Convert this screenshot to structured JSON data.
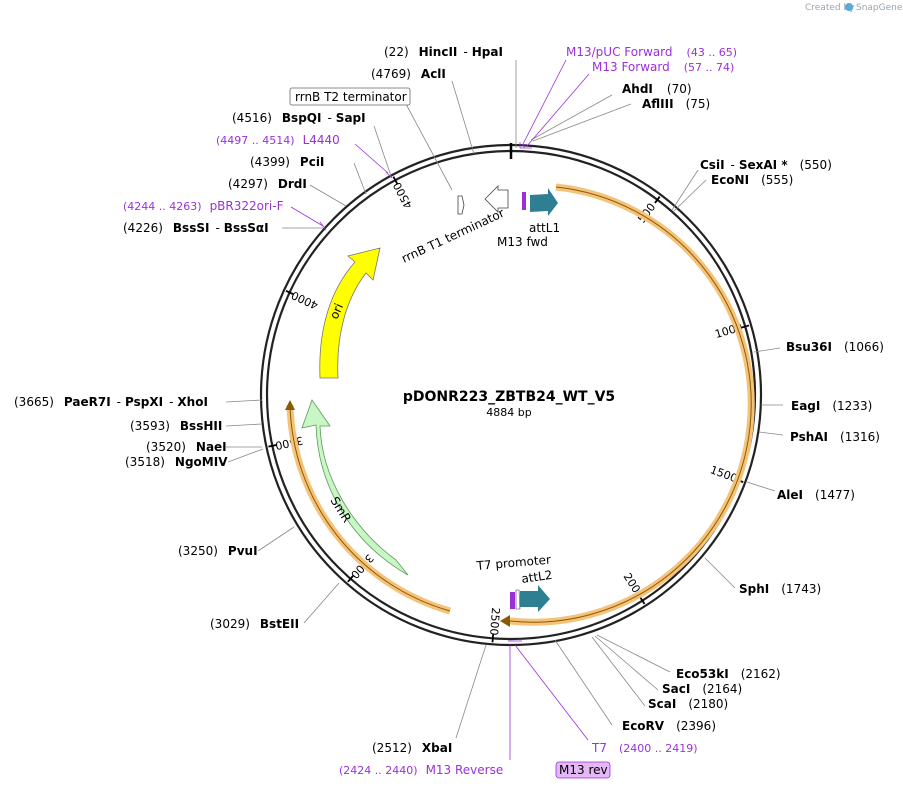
{
  "credit": {
    "created_by": "Created by",
    "brand": "SnapGene"
  },
  "plasmid": {
    "name": "pDONR223_ZBTB24_WT_V5",
    "size_label": "4884 bp",
    "length": 4884
  },
  "ticks": [
    "500",
    "1000",
    "1500",
    "2000",
    "2500",
    "3000",
    "3500",
    "4000",
    "4500"
  ],
  "colors": {
    "orange": "#f5a623",
    "yellow": "#ffff00",
    "green": "#c8f7c5",
    "teal": "#2f7f93",
    "purple": "#9b30d9",
    "ring": "#222222"
  },
  "features": {
    "ori": "ori",
    "smr": "SmR",
    "attl1": "attL1",
    "m13fwd": "M13 fwd",
    "rrnb_t1": "rrnB T1 terminator",
    "rrnb_t2": "rrnB T2 terminator",
    "t7_promoter": "T7 promoter",
    "attl2": "attL2",
    "m13rev": "M13 rev"
  },
  "sites": [
    {
      "id": "hincii",
      "pos": "(22)",
      "name": "HincII",
      "name2": "HpaI",
      "sep": "-"
    },
    {
      "id": "acli",
      "pos": "(4769)",
      "name": "AclI"
    },
    {
      "id": "bspqi",
      "pos": "(4516)",
      "name": "BspQI",
      "name2": "SapI",
      "sep": "-"
    },
    {
      "id": "pcii",
      "pos": "(4399)",
      "name": "PciI"
    },
    {
      "id": "drdi",
      "pos": "(4297)",
      "name": "DrdI"
    },
    {
      "id": "bsssi",
      "pos": "(4226)",
      "name": "BssSI",
      "name2": "BssSαI",
      "sep": "-"
    },
    {
      "id": "paer7i",
      "pos": "(3665)",
      "name": "PaeR7I",
      "name2": "PspXI",
      "name3": "XhoI",
      "sep": "-"
    },
    {
      "id": "bsshii",
      "pos": "(3593)",
      "name": "BssHII"
    },
    {
      "id": "naei",
      "pos": "(3520)",
      "name": "NaeI"
    },
    {
      "id": "ngomiv",
      "pos": "(3518)",
      "name": "NgoMIV"
    },
    {
      "id": "pvui",
      "pos": "(3250)",
      "name": "PvuI"
    },
    {
      "id": "bsteii",
      "pos": "(3029)",
      "name": "BstEII"
    },
    {
      "id": "xbai",
      "pos": "(2512)",
      "name": "XbaI"
    },
    {
      "id": "ahdi",
      "pos": "(70)",
      "name": "AhdI"
    },
    {
      "id": "aflii",
      "pos": "(75)",
      "name": "AflIII"
    },
    {
      "id": "csii",
      "pos": "(550)",
      "name": "CsiI",
      "name2": "SexAI *",
      "sep": "-"
    },
    {
      "id": "econi",
      "pos": "(555)",
      "name": "EcoNI"
    },
    {
      "id": "bsu36i",
      "pos": "(1066)",
      "name": "Bsu36I"
    },
    {
      "id": "eagi",
      "pos": "(1233)",
      "name": "EagI"
    },
    {
      "id": "pshai",
      "pos": "(1316)",
      "name": "PshAI"
    },
    {
      "id": "alei",
      "pos": "(1477)",
      "name": "AleI"
    },
    {
      "id": "sphi",
      "pos": "(1743)",
      "name": "SphI"
    },
    {
      "id": "eco53ki",
      "pos": "(2162)",
      "name": "Eco53kI"
    },
    {
      "id": "saci",
      "pos": "(2164)",
      "name": "SacI"
    },
    {
      "id": "scai",
      "pos": "(2180)",
      "name": "ScaI"
    },
    {
      "id": "ecorv",
      "pos": "(2396)",
      "name": "EcoRV"
    }
  ],
  "primers": [
    {
      "id": "m13puc",
      "name": "M13/pUC Forward",
      "range": "(43 .. 65)"
    },
    {
      "id": "m13f",
      "name": "M13 Forward",
      "range": "(57 .. 74)"
    },
    {
      "id": "l4440",
      "name": "L4440",
      "range": "(4497 .. 4514)"
    },
    {
      "id": "pbr322",
      "name": "pBR322ori-F",
      "range": "(4244 .. 4263)"
    },
    {
      "id": "t7",
      "name": "T7",
      "range": "(2400 .. 2419)"
    },
    {
      "id": "m13r",
      "name": "M13 Reverse",
      "range": "(2424 .. 2440)"
    }
  ]
}
